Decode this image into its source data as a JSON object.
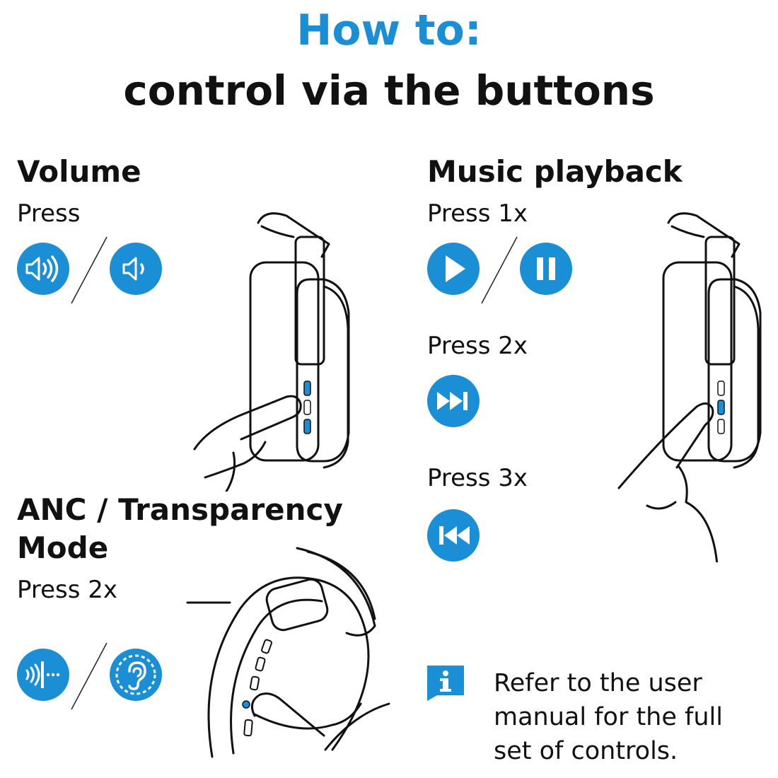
{
  "header": {
    "title": "How to:",
    "subtitle": "control via the buttons"
  },
  "volume": {
    "heading": "Volume",
    "instruction": "Press",
    "icons": [
      "volume-up-icon",
      "volume-down-icon"
    ]
  },
  "music": {
    "heading": "Music playback",
    "press1": "Press 1x",
    "icons1": [
      "play-icon",
      "pause-icon"
    ],
    "press2": "Press 2x",
    "icon2": "skip-forward-icon",
    "press3": "Press 3x",
    "icon3": "skip-back-icon"
  },
  "anc": {
    "heading_line1": "ANC / Transparency",
    "heading_line2": "Mode",
    "instruction": "Press 2x",
    "icons": [
      "anc-icon",
      "transparency-ear-icon"
    ]
  },
  "note": {
    "icon": "info-icon",
    "line1": "Refer to the user",
    "line2": "manual for the full",
    "line3": "set of controls."
  },
  "colors": {
    "accent": "#1a8fd6",
    "text": "#111111",
    "background": "#ffffff"
  }
}
